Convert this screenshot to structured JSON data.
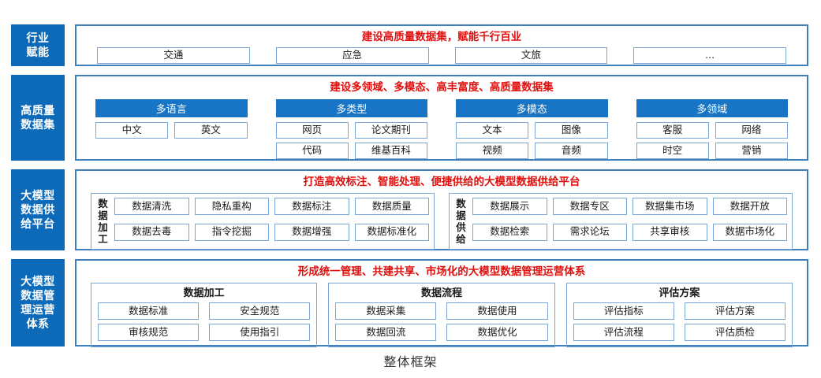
{
  "caption": "整体框架",
  "colors": {
    "sidebar_blue": "#0d6ab8",
    "header_blue": "#1874c4",
    "panel_border": "#3d7ebd",
    "cell_border": "#7ba7d7",
    "title_red": "#e00f0d"
  },
  "rows": {
    "industry": {
      "sidebar": "行业\n赋能",
      "sidebar_line1": "行业",
      "sidebar_line2": "赋能",
      "title": "建设高质量数据集，赋能千行百业",
      "cells": [
        "交通",
        "应急",
        "文旅",
        "..."
      ]
    },
    "dataset": {
      "sidebar_line1": "高质量",
      "sidebar_line2": "数据集",
      "title": "建设多领域、多模态、高丰富度、高质量数据集",
      "columns": [
        {
          "head": "多语言",
          "items": [
            "中文",
            "英文"
          ]
        },
        {
          "head": "多类型",
          "items": [
            "网页",
            "论文期刊",
            "代码",
            "维基百科"
          ]
        },
        {
          "head": "多模态",
          "items": [
            "文本",
            "图像",
            "视频",
            "音频"
          ]
        },
        {
          "head": "多领域",
          "items": [
            "客服",
            "网络",
            "时空",
            "营销"
          ]
        }
      ]
    },
    "supply": {
      "sidebar_line1": "大模型",
      "sidebar_line2": "数据供",
      "sidebar_line3": "给平台",
      "title": "打造高效标注、智能处理、便捷供给的大模型数据供给平台",
      "groups": [
        {
          "vlabel": [
            "数",
            "据",
            "加",
            "工"
          ],
          "items": [
            "数据清洗",
            "隐私重构",
            "数据标注",
            "数据质量",
            "数据去毒",
            "指令挖掘",
            "数据增强",
            "数据标准化"
          ]
        },
        {
          "vlabel": [
            "数",
            "据",
            "供",
            "给"
          ],
          "items": [
            "数据展示",
            "数据专区",
            "数据集市场",
            "数据开放",
            "数据检索",
            "需求论坛",
            "共享审核",
            "数据市场化"
          ]
        }
      ]
    },
    "governance": {
      "sidebar_line1": "大模型",
      "sidebar_line2": "数据管",
      "sidebar_line3": "理运营",
      "sidebar_line4": "体系",
      "title": "形成统一管理、共建共享、市场化的大模型数据管理运营体系",
      "groups": [
        {
          "title": "数据加工",
          "items": [
            "数据标准",
            "安全规范",
            "审核规范",
            "使用指引"
          ]
        },
        {
          "title": "数据流程",
          "items": [
            "数据采集",
            "数据使用",
            "数据回流",
            "数据优化"
          ]
        },
        {
          "title": "评估方案",
          "items": [
            "评估指标",
            "评估方案",
            "评估流程",
            "评估质检"
          ]
        }
      ]
    }
  }
}
